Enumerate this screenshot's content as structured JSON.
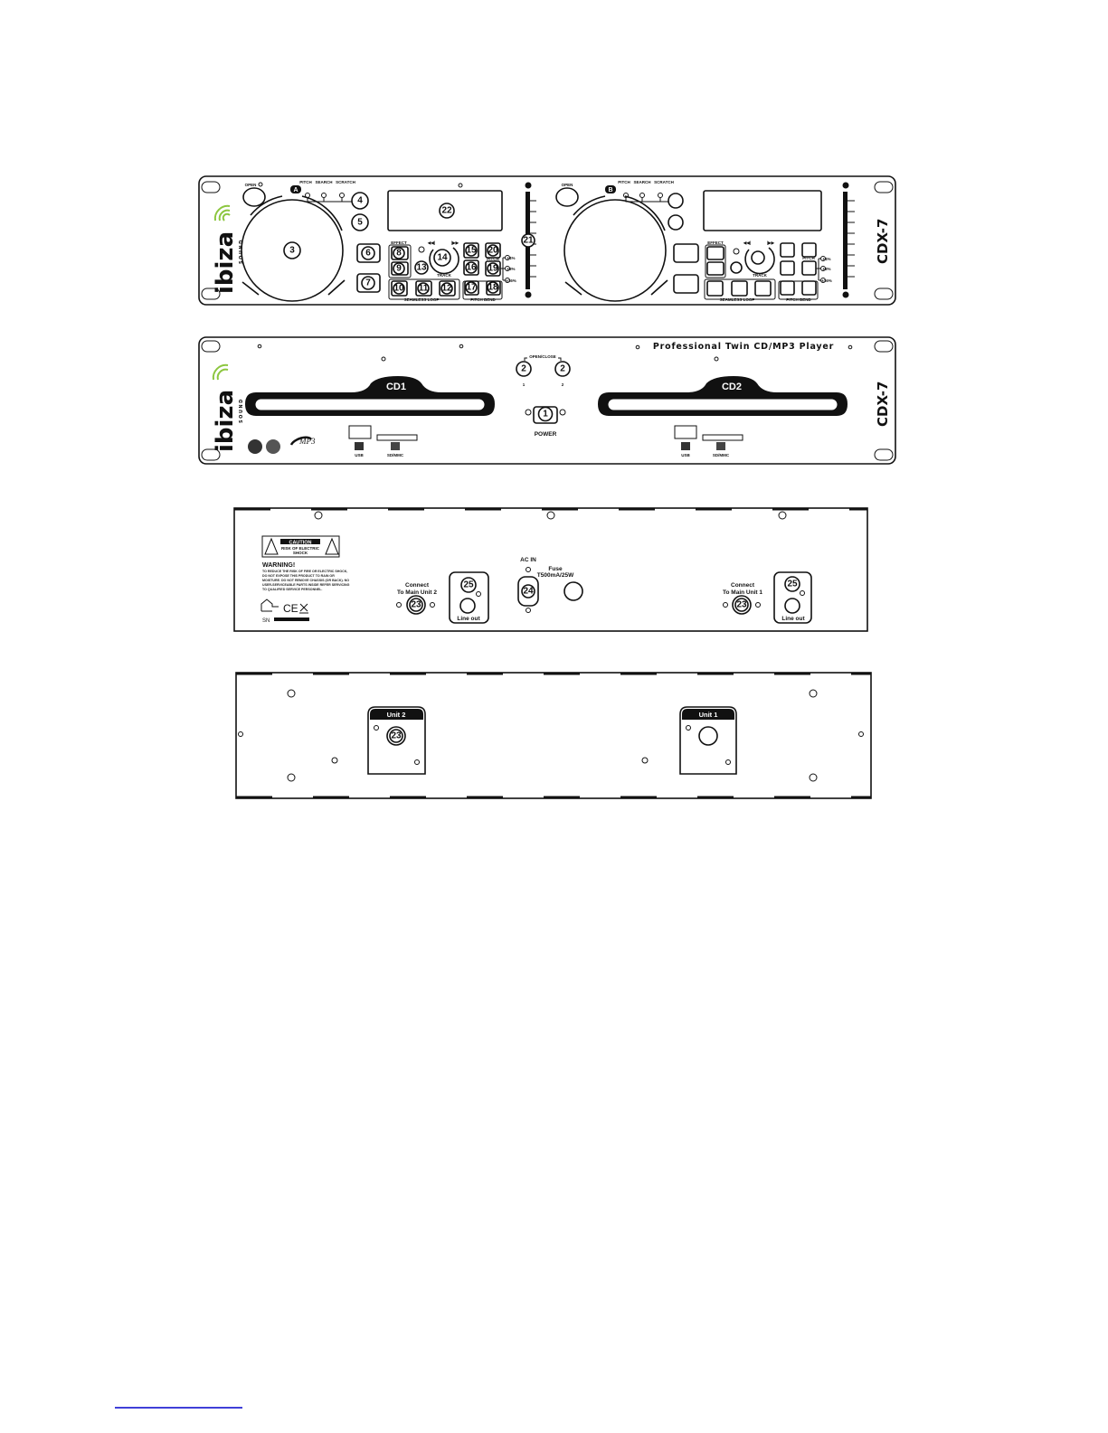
{
  "front_panel": {
    "open_label": "OPEN",
    "deck_a_badge": "A",
    "deck_b_badge": "B",
    "mode_labels": [
      "PITCH",
      "SEARCH",
      "SCRATCH"
    ],
    "effect_label": "EFFECT",
    "track_label": "TRACK",
    "pitch_label": "PITCH",
    "seamless_loop_label": "SEAMLESS LOOP",
    "pitch_bend_label": "PITCH BEND",
    "pitch_ranges": [
      "±4%",
      "±8%",
      "±16%"
    ],
    "model": "CDX-7",
    "brand": "ibiza",
    "brand_sub": "SOUND"
  },
  "callouts": {
    "n1": "1",
    "n2": "2",
    "n3": "3",
    "n4": "4",
    "n5": "5",
    "n6": "6",
    "n7": "7",
    "n8": "8",
    "n9": "9",
    "n10": "10",
    "n11": "11",
    "n12": "12",
    "n13": "13",
    "n14": "14",
    "n15": "15",
    "n16": "16",
    "n17": "17",
    "n18": "18",
    "n19": "19",
    "n20": "20",
    "n21": "21",
    "n22": "22",
    "n23": "23",
    "n24": "24",
    "n25": "25"
  },
  "loader_panel": {
    "title": "Professional Twin CD/MP3 Player",
    "cd1": "CD1",
    "cd2": "CD2",
    "open_close": "OPEN/CLOSE",
    "tray1": "1",
    "tray2": "2",
    "power": "POWER",
    "usb": "USB",
    "sd": "SD/MMC",
    "mp3_logo": "MP3",
    "model": "CDX-7"
  },
  "rear_panel": {
    "caution": "CAUTION",
    "caution_sub1": "RISK OF ELECTRIC",
    "caution_sub2": "SHOCK",
    "warning": "WARNING!",
    "warning_lines": [
      "TO REDUCE THE RISK OF FIRE OR ELECTRIC SHOCK,",
      "DO NOT EXPOSE THIS PRODUCT TO RAIN OR",
      "MOISTURE. DO NOT REMOVE CHASSIS (OR BACK). NO",
      "USER-SERVICEABLE PARTS INSIDE REFER SERVICING",
      "TO QUALIFIED SERVICE PERSONNEL."
    ],
    "ce": "CE",
    "sn": "SN",
    "connect": "Connect",
    "to_unit2": "To Main Unit 2",
    "to_unit1": "To Main Unit 1",
    "line_out": "Line out",
    "ac_in": "AC IN",
    "fuse": "Fuse",
    "fuse_rating": "T500mA/25W"
  },
  "main_rear": {
    "unit2": "Unit 2",
    "unit1": "Unit 1"
  },
  "colors": {
    "line": "#111111",
    "logo_green": "#8cc63f",
    "link_blue": "#0000cc"
  }
}
